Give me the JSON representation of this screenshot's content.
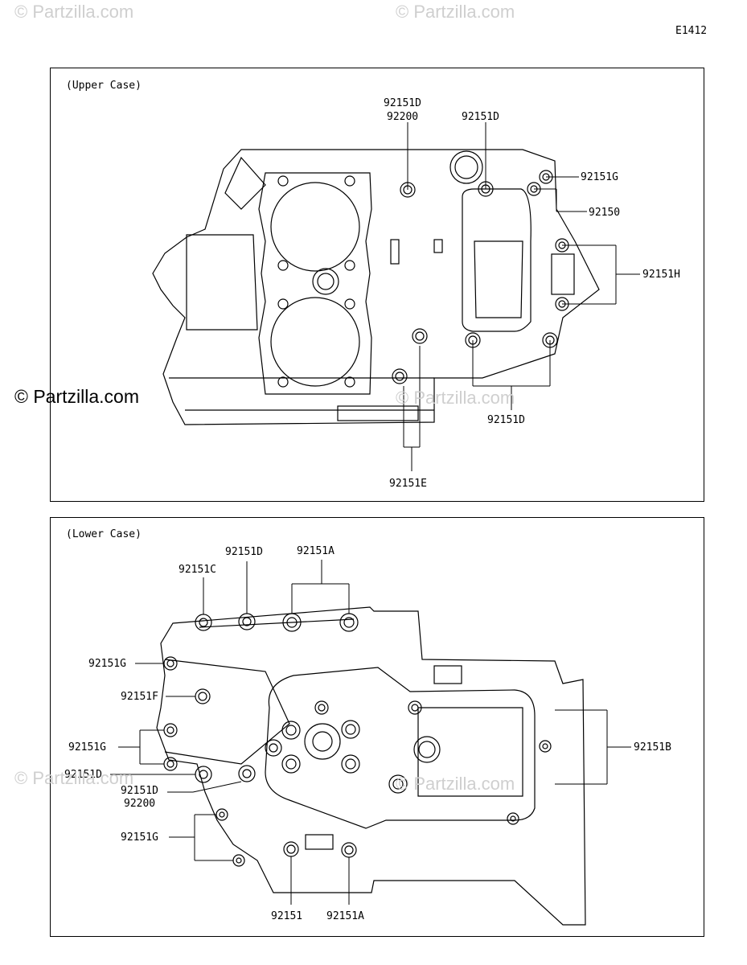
{
  "watermarks": {
    "top_left": "© Partzilla.com",
    "top_center": "© Partzilla.com",
    "left_strong": "© Partzilla.com",
    "upper_mid": "© Partzilla.com",
    "lower_left": "© Partzilla.com",
    "lower_mid": "© Partzilla.com"
  },
  "diagram_code": "E1412",
  "upper_case": {
    "title": "(Upper Case)",
    "labels": {
      "top_left_1": "92151D",
      "top_left_2": "92200",
      "top_mid": "92151D",
      "right_1": "92151G",
      "right_2": "92150",
      "right_3": "92151H",
      "bottom_right": "92151D",
      "bottom_center": "92151E"
    }
  },
  "lower_case": {
    "title": "(Lower Case)",
    "labels": {
      "top_1": "92151D",
      "top_2": "92151A",
      "top_3": "92151C",
      "left_1": "92151G",
      "left_2": "92151F",
      "left_3": "92151G",
      "left_4": "92151D",
      "left_5a": "92151D",
      "left_5b": "92200",
      "left_6": "92151G",
      "right_1": "92151B",
      "bottom_1": "92151",
      "bottom_2": "92151A"
    }
  }
}
